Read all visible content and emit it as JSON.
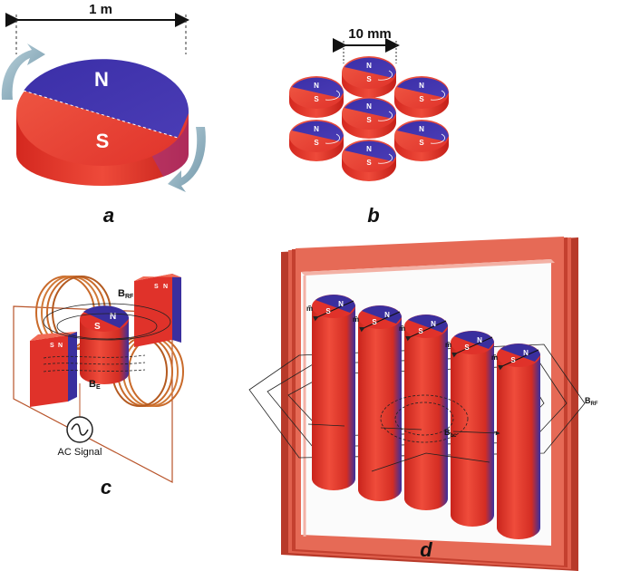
{
  "panels": {
    "a": {
      "label": "a",
      "dimension": "1 m",
      "north": "N",
      "south": "S"
    },
    "b": {
      "label": "b",
      "dimension": "10 mm",
      "north": "N",
      "south": "S"
    },
    "c": {
      "label": "c",
      "north": "N",
      "south": "S",
      "field_rf": "B",
      "field_rf_sub": "RF",
      "field_e": "B",
      "field_e_sub": "E",
      "signal": "AC Signal"
    },
    "d": {
      "label": "d",
      "north": "N",
      "south": "S",
      "moment": "m̃",
      "field_rf": "B",
      "field_rf_sub": "RF",
      "field_bc": "B",
      "field_bc_sub": "bc"
    }
  },
  "colors": {
    "red": "#e0322a",
    "red_dark": "#b51e1a",
    "blue": "#3a2f9e",
    "blue_dark": "#2a2075",
    "copper": "#c96a2a",
    "arrow": "#8fb0c0"
  }
}
